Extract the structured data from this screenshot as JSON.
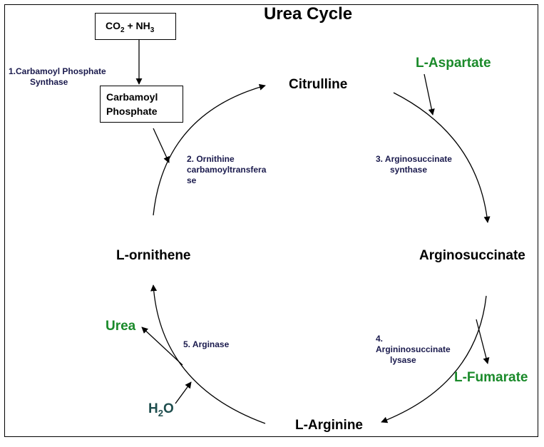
{
  "title": "Urea Cycle",
  "inputs": {
    "co2_main": "CO",
    "co2_sub": "2",
    "plus_nh": " + NH",
    "nh3_sub": "3"
  },
  "carbamoyl_box": {
    "line1": "Carbamoyl",
    "line2": "Phosphate"
  },
  "metabolites": {
    "citrulline": "Citrulline",
    "argininosuccinate": "Arginosuccinate",
    "arginine": "L-Arginine",
    "ornithine": "L-ornithene"
  },
  "side_metabolites": {
    "aspartate": "L-Aspartate",
    "fumarate": "L-Fumarate",
    "urea": "Urea",
    "water_main": "H",
    "water_sub": "2",
    "water_end": "O"
  },
  "enzymes": {
    "e1_line1": "1.Carbamoyl Phosphate",
    "e1_line2": "Synthase",
    "e2_line1": "2. Ornithine",
    "e2_line2": "carbamoyltransfera",
    "e2_line3": "se",
    "e3_line1": "3. Arginosuccinate",
    "e3_line2": "synthase",
    "e4_line1": "4.",
    "e4_line2": "Argininosuccinate",
    "e4_line3": "lysase",
    "e5_line1": "5. Arginase"
  }
}
